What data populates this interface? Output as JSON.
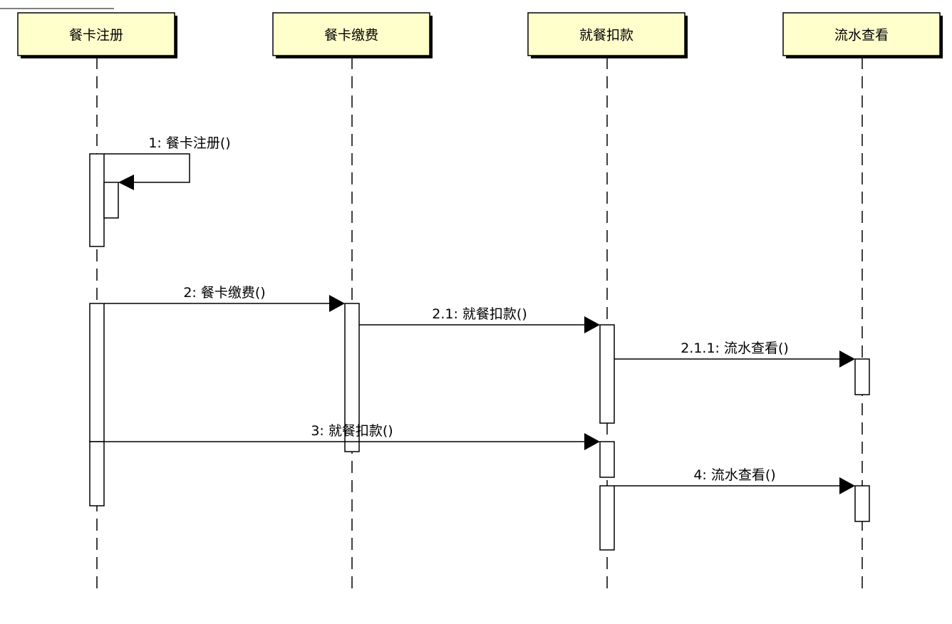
{
  "colors": {
    "header_fill": "#ffffcc",
    "line": "#000000",
    "activation_fill": "#ffffff"
  },
  "lifelines": [
    {
      "id": "reg",
      "label": "餐卡注册"
    },
    {
      "id": "pay",
      "label": "餐卡缴费"
    },
    {
      "id": "deduct",
      "label": "就餐扣款"
    },
    {
      "id": "flow",
      "label": "流水查看"
    }
  ],
  "messages": [
    {
      "label": "1: 餐卡注册()",
      "from": "reg",
      "to": "reg",
      "self": true
    },
    {
      "label": "2: 餐卡缴费()",
      "from": "reg",
      "to": "pay"
    },
    {
      "label": "2.1: 就餐扣款()",
      "from": "pay",
      "to": "deduct"
    },
    {
      "label": "2.1.1: 流水查看()",
      "from": "deduct",
      "to": "flow"
    },
    {
      "label": "3: 就餐扣款()",
      "from": "reg",
      "to": "deduct"
    },
    {
      "label": "4: 流水查看()",
      "from": "deduct",
      "to": "flow"
    }
  ]
}
